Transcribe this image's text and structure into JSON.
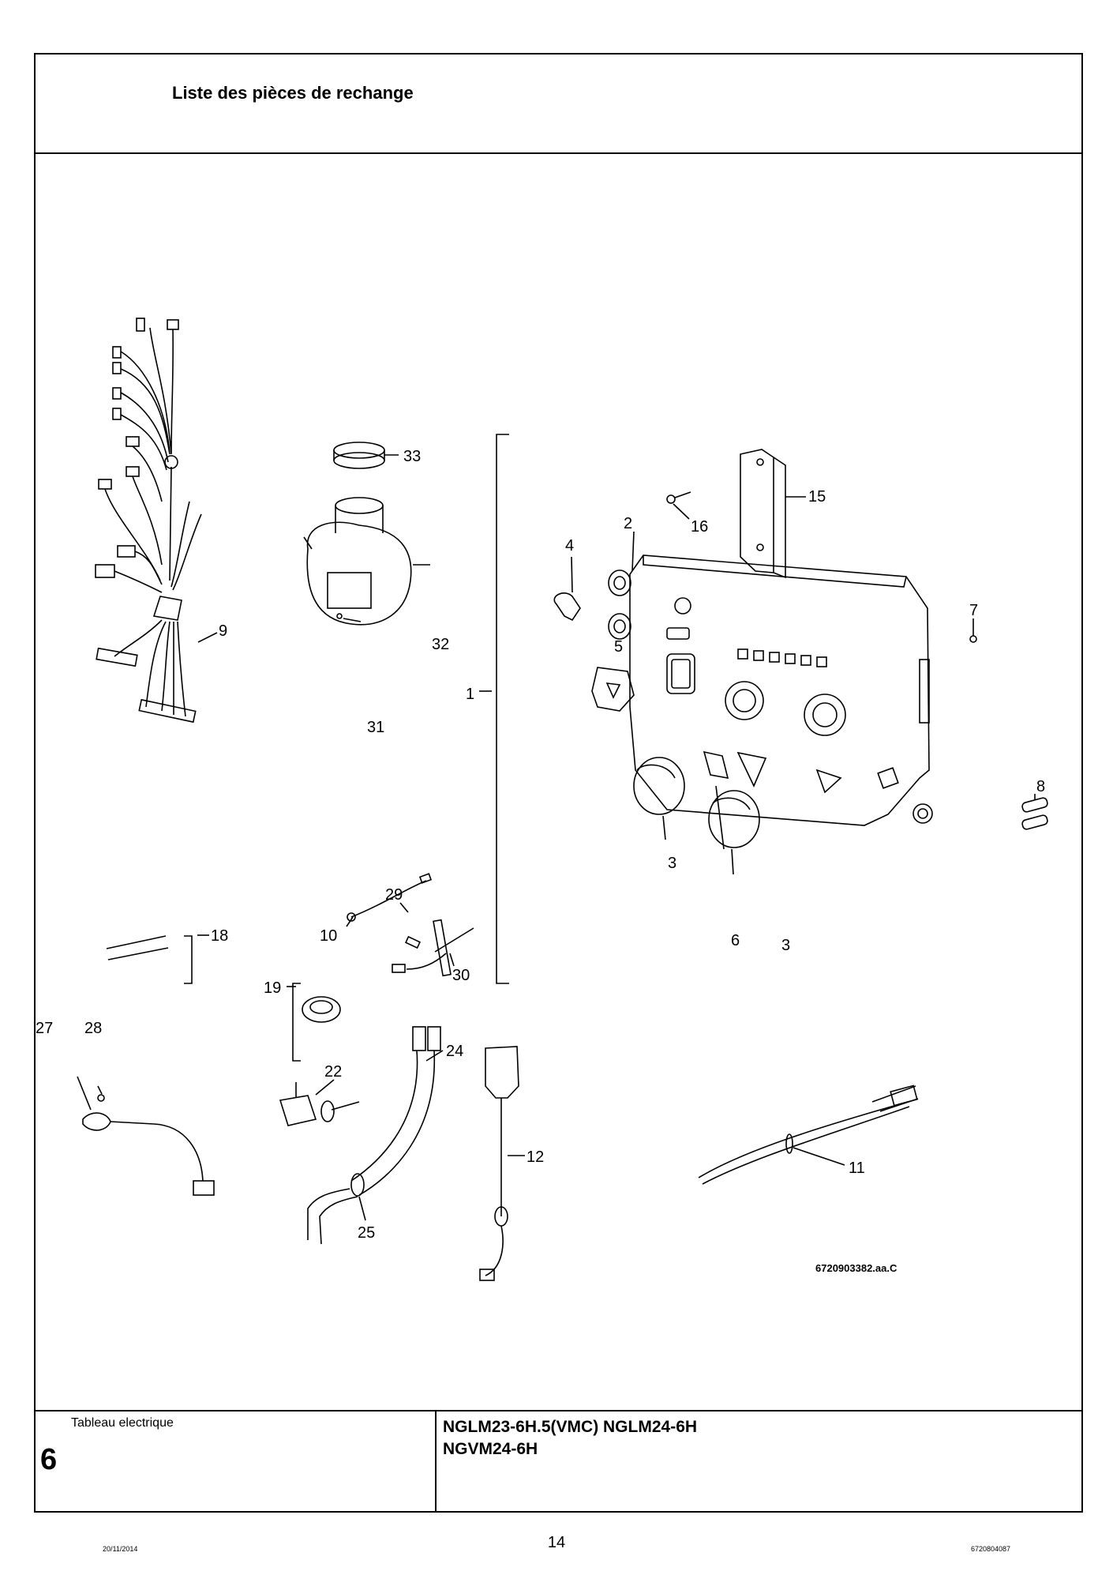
{
  "header": {
    "title": "Liste des pièces de rechange"
  },
  "figure": {
    "reference": "6720903382.aa.C",
    "callouts": [
      {
        "id": "c1",
        "label": "1"
      },
      {
        "id": "c2",
        "label": "2"
      },
      {
        "id": "c3a",
        "label": "3"
      },
      {
        "id": "c3b",
        "label": "3"
      },
      {
        "id": "c4",
        "label": "4"
      },
      {
        "id": "c5",
        "label": "5"
      },
      {
        "id": "c6",
        "label": "6"
      },
      {
        "id": "c7",
        "label": "7"
      },
      {
        "id": "c8",
        "label": "8"
      },
      {
        "id": "c9",
        "label": "9"
      },
      {
        "id": "c10",
        "label": "10"
      },
      {
        "id": "c11",
        "label": "11"
      },
      {
        "id": "c12",
        "label": "12"
      },
      {
        "id": "c15",
        "label": "15"
      },
      {
        "id": "c16",
        "label": "16"
      },
      {
        "id": "c18",
        "label": "18"
      },
      {
        "id": "c19",
        "label": "19"
      },
      {
        "id": "c22",
        "label": "22"
      },
      {
        "id": "c24",
        "label": "24"
      },
      {
        "id": "c25",
        "label": "25"
      },
      {
        "id": "c27",
        "label": "27"
      },
      {
        "id": "c28",
        "label": "28"
      },
      {
        "id": "c29",
        "label": "29"
      },
      {
        "id": "c30",
        "label": "30"
      },
      {
        "id": "c31",
        "label": "31"
      },
      {
        "id": "c32",
        "label": "32"
      },
      {
        "id": "c33",
        "label": "33"
      }
    ]
  },
  "footer": {
    "section_name": "Tableau electrique",
    "section_number": "6",
    "models_line1": "NGLM23-6H.5(VMC) NGLM24-6H",
    "models_line2": "NGVM24-6H"
  },
  "page": {
    "number": "14",
    "date": "20/11/2014",
    "doc_number": "6720804087"
  }
}
